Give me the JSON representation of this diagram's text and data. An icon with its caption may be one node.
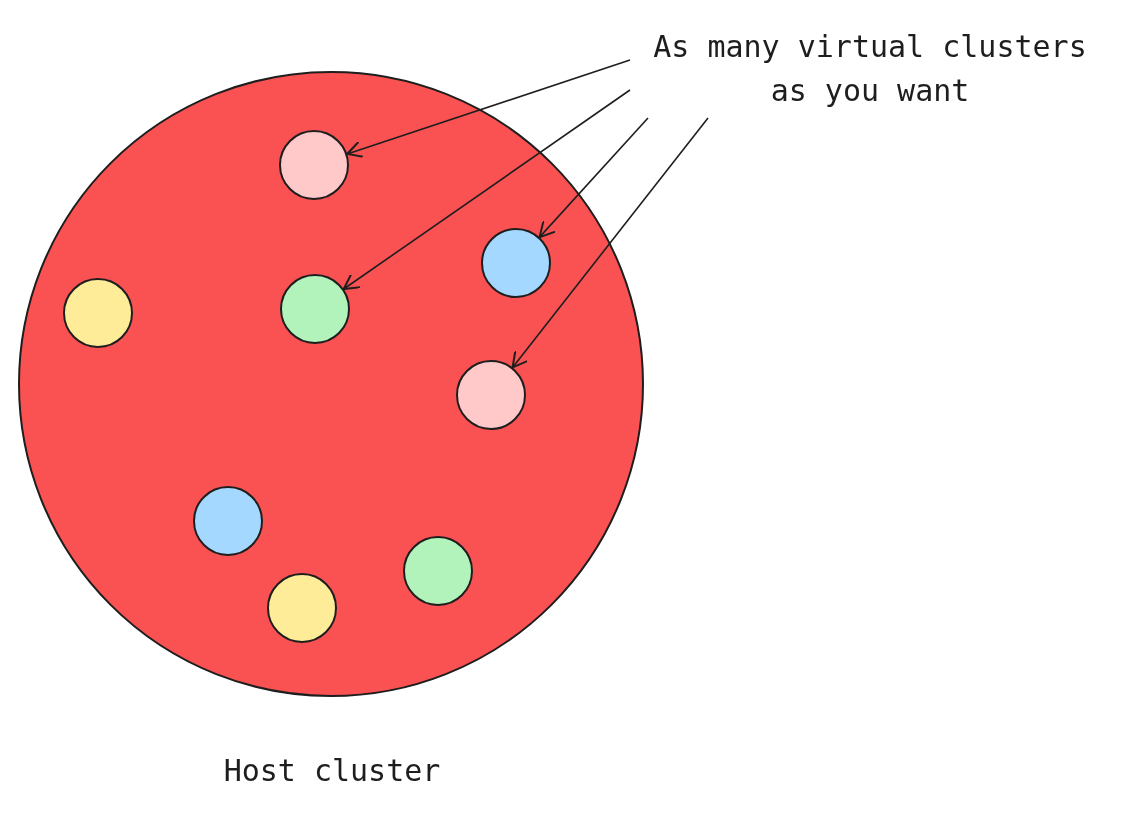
{
  "diagram": {
    "nodes": [
      {
        "text": [
          "Host cluster"
        ]
      },
      {
        "text": [
          "As many virtual clusters as you want"
        ]
      },
      {
        "text": [],
        "shape": "circle",
        "in": 0
      },
      {
        "text": [],
        "shape": "circle",
        "in": 0
      },
      {
        "text": [],
        "shape": "circle",
        "in": 0
      },
      {
        "text": [],
        "shape": "circle",
        "in": 0
      },
      {
        "text": [],
        "shape": "circle",
        "in": 0
      },
      {
        "text": [],
        "shape": "circle",
        "in": 0
      },
      {
        "text": [],
        "shape": "circle",
        "in": 0
      },
      {
        "text": [],
        "shape": "circle",
        "in": 0
      }
    ],
    "edges": [
      {
        "from": 1,
        "to": 2,
        "arrow": "to"
      },
      {
        "from": 1,
        "to": 4,
        "arrow": "to"
      },
      {
        "from": 1,
        "to": 3,
        "arrow": "to"
      },
      {
        "from": 1,
        "to": 6,
        "arrow": "to"
      }
    ]
  }
}
